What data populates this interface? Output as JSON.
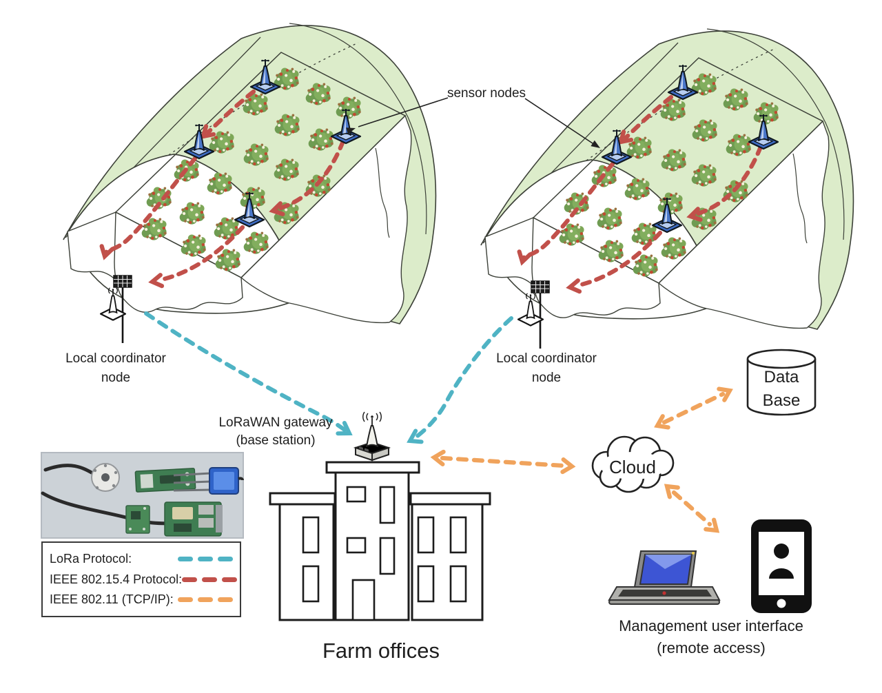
{
  "diagram": {
    "labels": {
      "sensor_nodes": "sensor nodes",
      "coordinator_line1": "Local coordinator",
      "coordinator_line2": "node",
      "gateway_line1": "LoRaWAN gateway",
      "gateway_line2": "(base station)",
      "database_line1": "Data",
      "database_line2": "Base",
      "cloud": "Cloud",
      "farm_offices": "Farm offices",
      "management_line1": "Management user interface",
      "management_line2": "(remote access)"
    },
    "legend": {
      "items": [
        {
          "id": "lora",
          "label": "LoRa Protocol:",
          "color": "#4fb3c4"
        },
        {
          "id": "ieee802154",
          "label": "IEEE 802.15.4 Protocol:",
          "color": "#c1504a"
        },
        {
          "id": "ieee80211",
          "label": "IEEE 802.11 (TCP/IP):",
          "color": "#f0a35c"
        }
      ]
    },
    "colors": {
      "lora": "#4fb3c4",
      "ieee802154": "#c1504a",
      "ieee80211": "#f0a35c",
      "greenhouse_cover": "#dcecca",
      "sensor_node": "#3e6cc4"
    }
  }
}
